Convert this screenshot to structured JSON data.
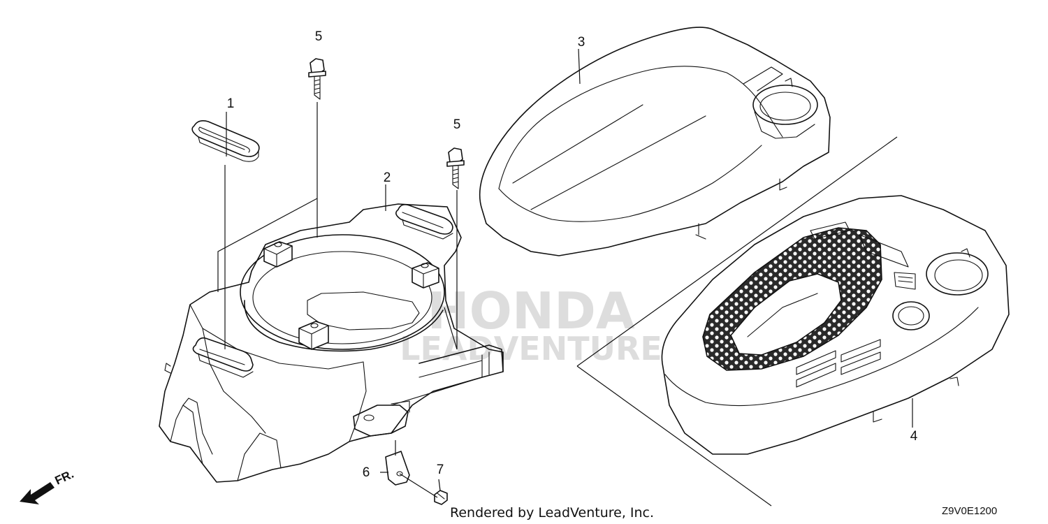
{
  "diagram": {
    "callouts": [
      {
        "id": "1",
        "label": "1"
      },
      {
        "id": "2",
        "label": "2"
      },
      {
        "id": "3",
        "label": "3"
      },
      {
        "id": "4",
        "label": "4"
      },
      {
        "id": "5a",
        "label": "5"
      },
      {
        "id": "5b",
        "label": "5"
      },
      {
        "id": "6",
        "label": "6"
      },
      {
        "id": "7",
        "label": "7"
      }
    ],
    "direction_label": "FR.",
    "footer_text": "Rendered by LeadVenture, Inc.",
    "diagram_code": "Z9V0E1200",
    "watermark": {
      "brand": "HONDA",
      "sub": "LEADVENTURE"
    }
  }
}
